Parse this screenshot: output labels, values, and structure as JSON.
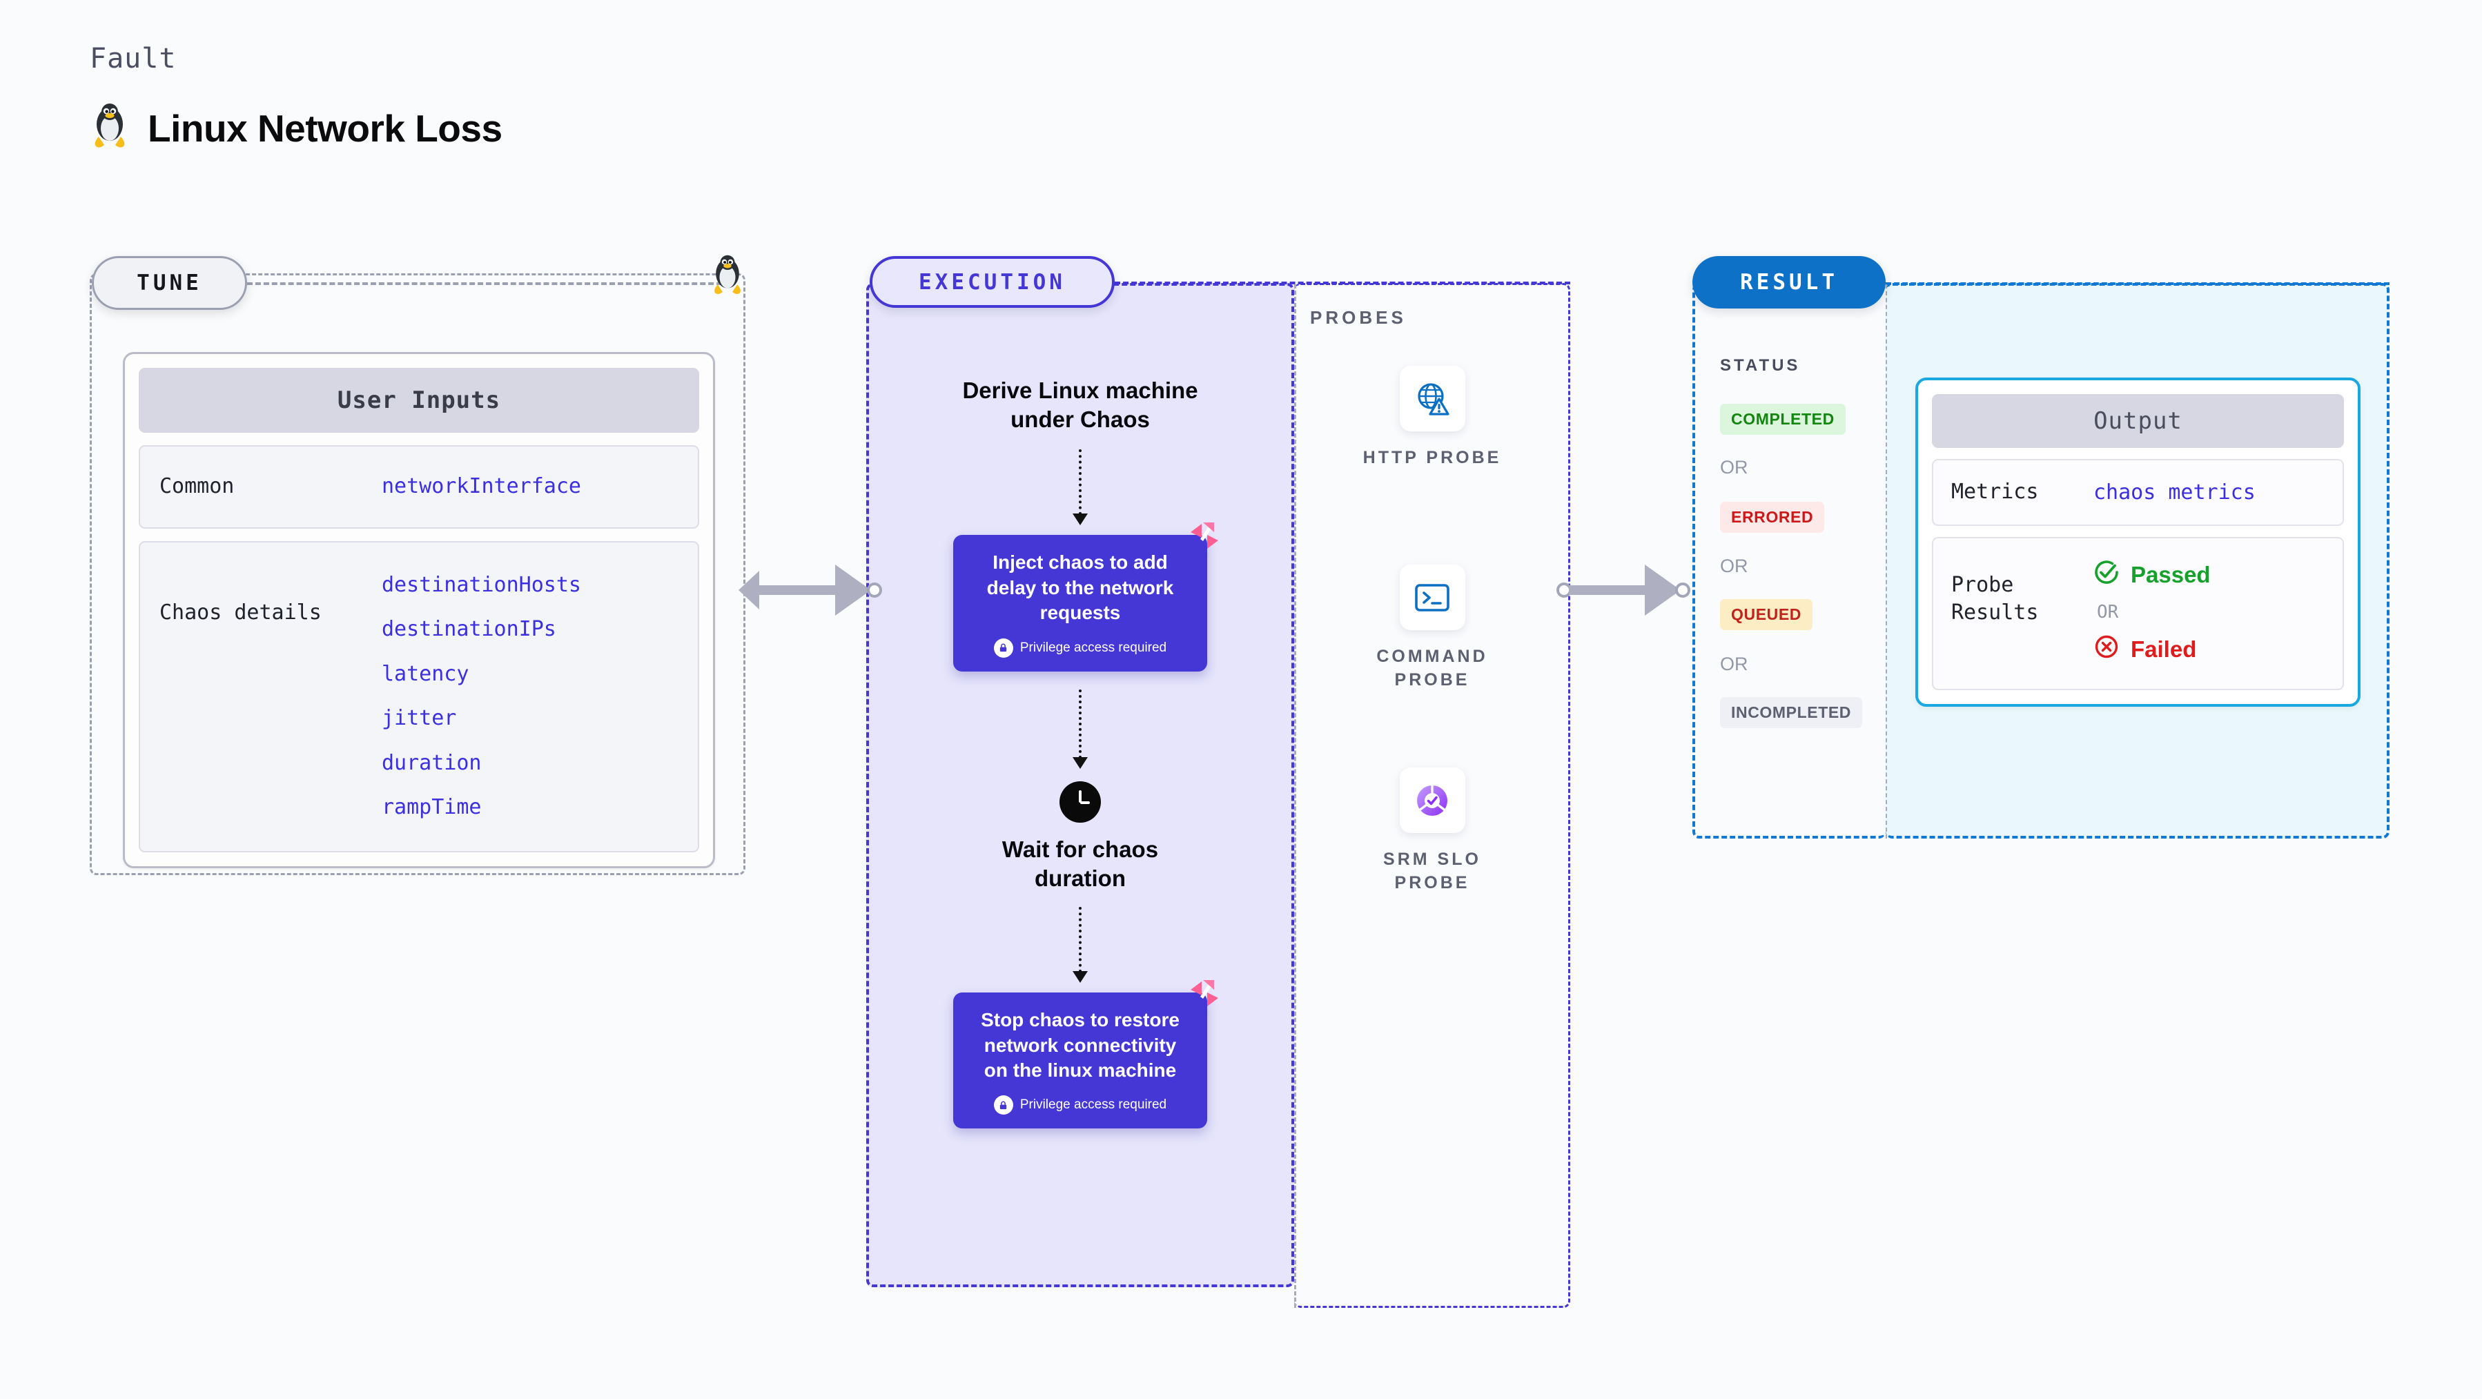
{
  "header": {
    "eyebrow": "Fault",
    "title": "Linux Network Loss",
    "icon": "linux-penguin-icon"
  },
  "tune": {
    "pill_label": "TUNE",
    "badge_icon": "linux-penguin-icon",
    "card_title": "User Inputs",
    "rows": [
      {
        "key": "Common",
        "values": [
          "networkInterface"
        ]
      },
      {
        "key": "Chaos details",
        "values": [
          "destinationHosts",
          "destinationIPs",
          "latency",
          "jitter",
          "duration",
          "rampTime"
        ]
      }
    ]
  },
  "execution": {
    "pill_label": "EXECUTION",
    "step_title": "Derive Linux machine\nunder Chaos",
    "inject_card": {
      "text": "Inject chaos to add delay to the network requests",
      "privilege": "Privilege access required",
      "badge_icon": "harness-chaos-icon",
      "lock_icon": "lock-icon"
    },
    "wait_step": {
      "icon": "clock-icon",
      "text": "Wait for chaos\nduration"
    },
    "stop_card": {
      "text": "Stop chaos to restore network connectivity on the linux machine",
      "privilege": "Privilege access required",
      "badge_icon": "harness-chaos-icon",
      "lock_icon": "lock-icon"
    }
  },
  "probes": {
    "section_label": "PROBES",
    "items": [
      {
        "label": "HTTP PROBE",
        "icon": "globe-warning-icon"
      },
      {
        "label": "COMMAND\nPROBE",
        "icon": "terminal-icon"
      },
      {
        "label": "SRM SLO\nPROBE",
        "icon": "slo-donut-check-icon"
      }
    ]
  },
  "result": {
    "pill_label": "RESULT",
    "status_label": "STATUS",
    "or_label": "OR",
    "statuses": [
      {
        "label": "COMPLETED",
        "bg": "#dcf5dd",
        "fg": "#13860f"
      },
      {
        "label": "ERRORED",
        "bg": "#fde9e8",
        "fg": "#cc1818"
      },
      {
        "label": "QUEUED",
        "bg": "#fdedc4",
        "fg": "#c0231c"
      },
      {
        "label": "INCOMPLETED",
        "bg": "#eff0f5",
        "fg": "#5c6070"
      }
    ],
    "output": {
      "title": "Output",
      "metrics_key": "Metrics",
      "metrics_value": "chaos metrics",
      "probe_key": "Probe\nResults",
      "passed_label": "Passed",
      "failed_label": "Failed",
      "or_label": "OR",
      "passed_icon": "check-circle-icon",
      "failed_icon": "x-circle-icon"
    }
  },
  "colors": {
    "execution_accent": "#4536D6",
    "result_accent": "#1179D4",
    "output_accent": "#19A8E0",
    "chaos_badge": "#FF6699",
    "value_text": "#3B2FE0",
    "pass": "#16A02C",
    "fail": "#E01B1B"
  }
}
